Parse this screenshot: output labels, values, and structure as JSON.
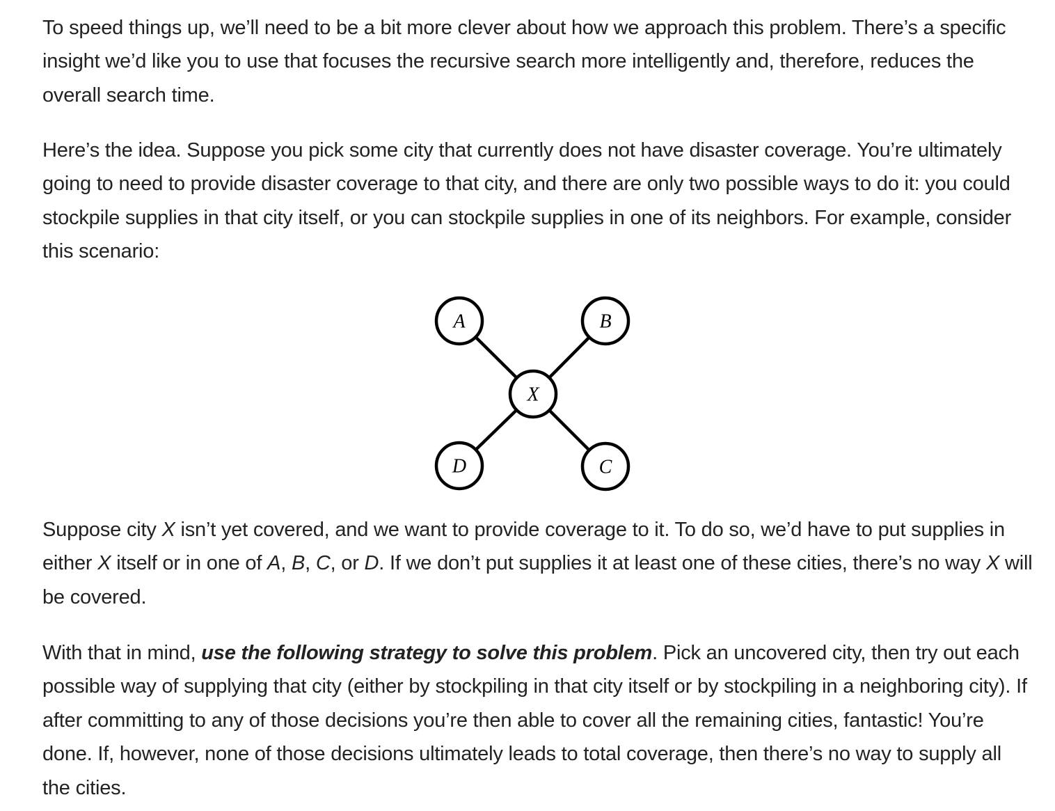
{
  "paragraphs": {
    "p1": "To speed things up, we’ll need to be a bit more clever about how we approach this problem. There’s a specific insight we’d like you to use that focuses the recursive search more intelligently and, therefore, reduces the overall search time.",
    "p2": "Here’s the idea. Suppose you pick some city that currently does not have disaster coverage. You’re ultimately going to need to provide disaster coverage to that city, and there are only two possible ways to do it: you could stockpile supplies in that city itself, or you can stockpile supplies in one of its neighbors. For example, consider this scenario:",
    "p3": {
      "t1": "Suppose city ",
      "x1": "X",
      "t2": " isn’t yet covered, and we want to provide coverage to it. To do so, we’d have to put supplies in either ",
      "x2": "X",
      "t3": " itself or in one of ",
      "a": "A",
      "t4": ", ",
      "b": "B",
      "t5": ", ",
      "c": "C",
      "t6": ", or ",
      "d": "D",
      "t7": ". If we don’t put supplies it at least one of these cities, there’s no way ",
      "x3": "X",
      "t8": " will be covered."
    },
    "p4": {
      "t1": "With that in mind, ",
      "emphasis": "use the following strategy to solve this problem",
      "t2": ". Pick an uncovered city, then try out each possible way of supplying that city (either by stockpiling in that city itself or by stockpiling in a neighboring city). If after committing to any of those decisions you’re then able to cover all the remaining cities, fantastic! You’re done. If, however, none of those decisions ultimately leads to total coverage, then there’s no way to supply all the cities."
    }
  },
  "graph": {
    "nodes": {
      "A": "A",
      "B": "B",
      "X": "X",
      "D": "D",
      "C": "C"
    }
  }
}
